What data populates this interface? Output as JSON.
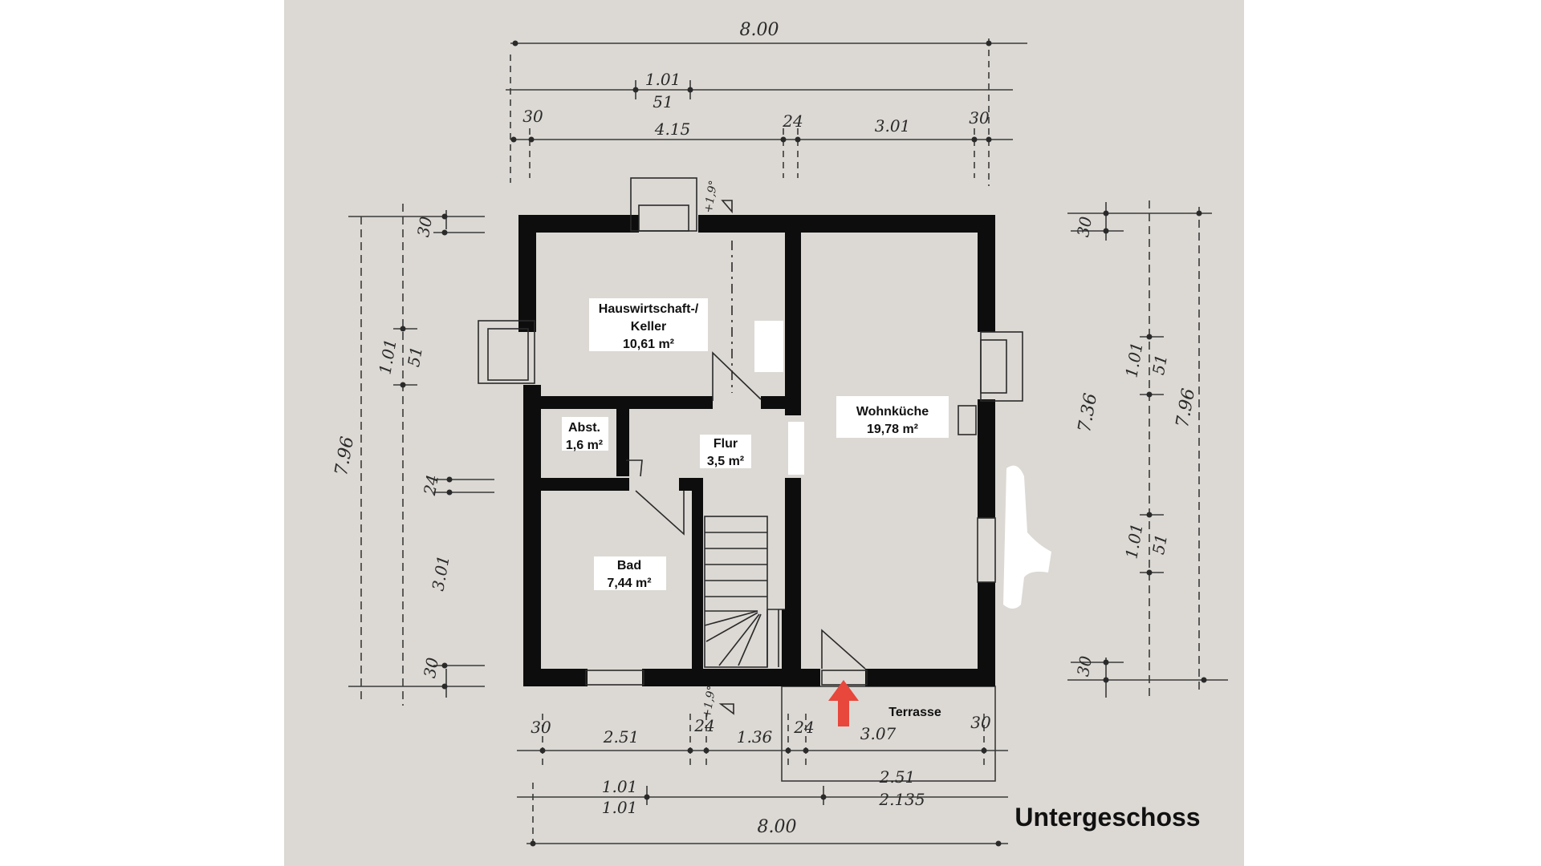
{
  "title": "Untergeschoss",
  "colors": {
    "paper": "#dcd9d4",
    "wall": "#0d0d0d",
    "line": "#3a3a3a",
    "arrow": "#e8473c"
  },
  "rooms": [
    {
      "name": "Hauswirtschaft-/",
      "name2": "Keller",
      "area": "10,61 m²"
    },
    {
      "name": "Abst.",
      "area": "1,6 m²"
    },
    {
      "name": "Flur",
      "area": "3,5 m²"
    },
    {
      "name": "Bad",
      "area": "7,44 m²"
    },
    {
      "name": "Wohnküche",
      "area": "19,78 m²"
    },
    {
      "name": "Terrasse"
    }
  ],
  "dimensions": {
    "top": [
      "8.00",
      "1.01",
      "51",
      "30",
      "4.15",
      "24",
      "3.01",
      "30"
    ],
    "bottom": [
      "30",
      "2.51",
      "24",
      "1.36",
      "24",
      "3.07",
      "30",
      "1.01",
      "1.01",
      "2.51",
      "2.135",
      "8.00"
    ],
    "left": [
      "7.96",
      "30",
      "1.01",
      "51",
      "24",
      "3.01",
      "30"
    ],
    "right": [
      "30",
      "1.01",
      "51",
      "7.36",
      "7.96",
      "1.01",
      "51",
      "30"
    ]
  },
  "annotations": [
    "+1,9°",
    "+1,9°"
  ]
}
